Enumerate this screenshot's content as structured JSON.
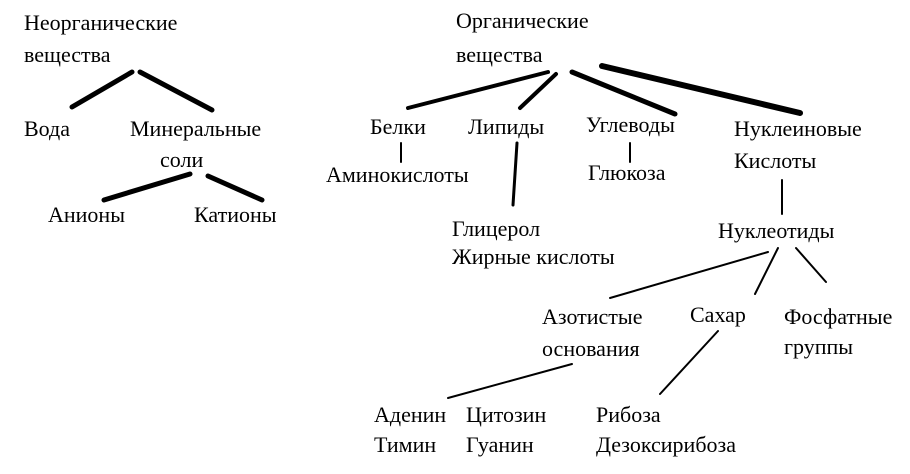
{
  "inorganic": {
    "root": {
      "line1": "Неорганические",
      "line2": "вещества"
    },
    "water": "Вода",
    "mineral_salts": {
      "line1": "Минеральные",
      "line2": "соли"
    },
    "anions": "Анионы",
    "cations": "Катионы"
  },
  "organic": {
    "root": {
      "line1": "Органические",
      "line2": "вещества"
    },
    "proteins": "Белки",
    "amino_acids": "Аминокислоты",
    "lipids": "Липиды",
    "lipid_parts": {
      "line1": "Глицерол",
      "line2": "Жирные кислоты"
    },
    "carbohydrates": "Углеводы",
    "glucose": "Глюкоза",
    "nucleic_acids": {
      "line1": "Нуклеиновые",
      "line2": "Кислоты"
    },
    "nucleotides": "Нуклеотиды",
    "nitrogen_bases": {
      "line1": "Азотистые",
      "line2": "основания"
    },
    "sugar": "Сахар",
    "phosphate_groups": {
      "line1": "Фосфатные",
      "line2": "группы"
    },
    "bases_col1": {
      "line1": "Аденин",
      "line2": "Тимин"
    },
    "bases_col2": {
      "line1": "Цитозин",
      "line2": "Гуанин"
    },
    "sugars": {
      "line1": "Рибоза",
      "line2": "Дезоксирибоза"
    }
  }
}
